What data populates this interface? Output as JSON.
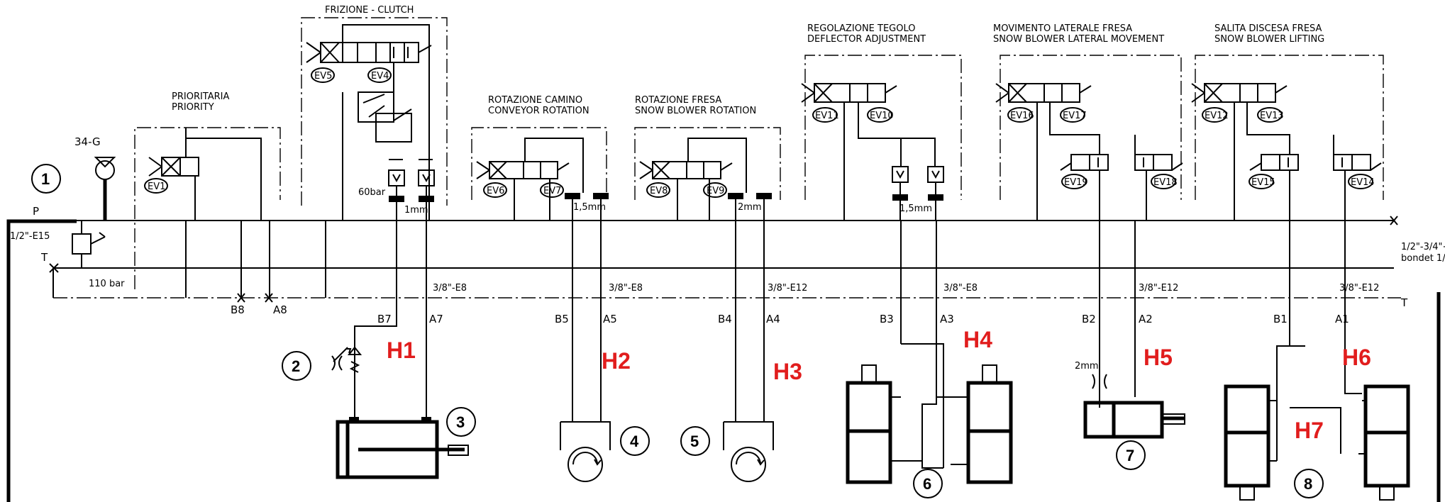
{
  "main_labels": {
    "pressure_port": "P",
    "tank_port": "T",
    "inlet_size": "1/2\"-E15",
    "relief_valve": "34-G",
    "relief_setting": "110 bar",
    "outlet_size": "1/2\"-3/4\"+",
    "outlet_note": "bondet 1/",
    "outlet_tank": "T",
    "clutch_pressure": "60bar"
  },
  "sections": [
    {
      "title_it": "PRIORITARIA",
      "title_en": "PRIORITY",
      "valves": [
        "EV1"
      ]
    },
    {
      "title_it": "FRIZIONE - CLUTCH",
      "title_en": "",
      "valves": [
        "EV5",
        "EV4"
      ],
      "orifice": "1mm"
    },
    {
      "title_it": "ROTAZIONE CAMINO",
      "title_en": "CONVEYOR ROTATION",
      "valves": [
        "EV6",
        "EV7"
      ],
      "orifice": "1,5mm"
    },
    {
      "title_it": "ROTAZIONE FRESA",
      "title_en": "SNOW BLOWER ROTATION",
      "valves": [
        "EV8",
        "EV9"
      ],
      "orifice": "2mm"
    },
    {
      "title_it": "REGOLAZIONE TEGOLO",
      "title_en": "DEFLECTOR ADJUSTMENT",
      "valves": [
        "EV11",
        "EV10"
      ],
      "orifice": "1,5mm"
    },
    {
      "title_it": "MOVIMENTO LATERALE FRESA",
      "title_en": "SNOW BLOWER LATERAL MOVEMENT",
      "valves": [
        "EV16",
        "EV17",
        "EV19",
        "EV18"
      ]
    },
    {
      "title_it": "SALITA DISCESA FRESA",
      "title_en": "SNOW BLOWER LIFTING",
      "valves": [
        "EV12",
        "EV13",
        "EV15",
        "EV14"
      ]
    }
  ],
  "ports": [
    "B8",
    "A8",
    "B7",
    "A7",
    "B5",
    "A5",
    "B4",
    "A4",
    "B3",
    "A3",
    "B2",
    "A2",
    "B1",
    "A1"
  ],
  "line_sizes": [
    "3/8\"-E8",
    "3/8\"-E8",
    "3/8\"-E12",
    "3/8\"-E8",
    "3/8\"-E12",
    "3/8\"-E12"
  ],
  "hose_labels": [
    "H1",
    "H2",
    "H3",
    "H4",
    "H5",
    "H6",
    "H7"
  ],
  "callouts": [
    "1",
    "2",
    "3",
    "4",
    "5",
    "6",
    "7",
    "8"
  ],
  "lateral_orifice": "2mm"
}
